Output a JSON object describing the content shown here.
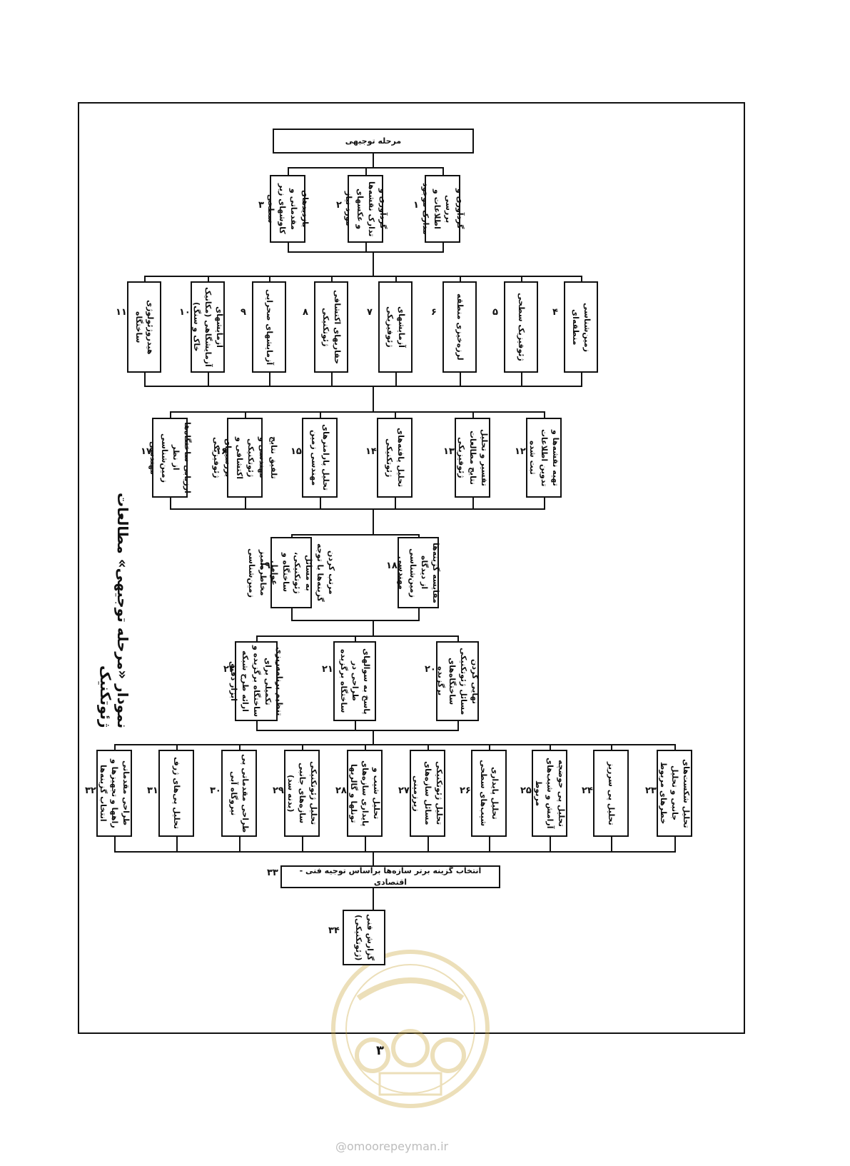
{
  "title": "نمودار «مرحله توجیهی» مطالعات ژئوتکنیک",
  "root": "مرحله توجیهی",
  "row1": [
    {
      "n": "۱",
      "t": "گردآوری و بررسی اطلاعات و مدارک موجود"
    },
    {
      "n": "۲",
      "t": "گردآوری و تدارک نقشه‌ها و عکسهای مورد نیاز"
    },
    {
      "n": "۳",
      "t": "بازدیدهای مقدماتی و کاوشهای زیر سطحی"
    }
  ],
  "row2": [
    {
      "n": "۴",
      "t": "زمین‌شناسی منطقه‌ای"
    },
    {
      "n": "۵",
      "t": "ژئوفیزیک سطحی"
    },
    {
      "n": "۶",
      "t": "لرزه‌خیزی منطقه"
    },
    {
      "n": "۷",
      "t": "آزمایشهای ژئوفیزیکی"
    },
    {
      "n": "۸",
      "t": "حفاریهای اکتشافی ژئوتکنیکی"
    },
    {
      "n": "۹",
      "t": "آزمایشهای صحرایی"
    },
    {
      "n": "۱۰",
      "t": "آزمایشهای آزمایشگاهی (مکانیک خاک و سنگ)"
    },
    {
      "n": "۱۱",
      "t": "هیدروژئولوژی ساختگاه"
    }
  ],
  "row3": [
    {
      "n": "۱۲",
      "t": "تهیه نقشه‌ها و تدوین اطلاعات ثبت شده"
    },
    {
      "n": "۱۳",
      "t": "تفسیر و تحلیل نتایج مطالعات ژئوفیزیکی"
    },
    {
      "n": "۱۴",
      "t": "تحلیل یافته‌های ژئوتکنیکی"
    },
    {
      "n": "۱۵",
      "t": "تحلیل پارامترهای مهندسی زمین"
    },
    {
      "n": "۱۶",
      "t": "تلفیق نتایج مهندسی و ژئوتکنیکی اکتشافی و بررسیهای ژئوفیزیکی"
    },
    {
      "n": "۱۷",
      "t": "ارزیابی ساختگاه‌ها از نظر زمین‌شناسی مهندسی"
    }
  ],
  "row4": [
    {
      "n": "۱۸",
      "t": "مقایسه گزینه‌ها از دیدگاه زمین‌شناسی مهندسی"
    },
    {
      "n": "۱۹",
      "t": "مرتب کردن گزینه‌ها با توجه به مسائل ژئوتکنیکی، ساختگاه و عوامل مخاطره‌آمیز زمین‌شناسی"
    }
  ],
  "row5": [
    {
      "n": "۲۰",
      "t": "نهایی کردن مسائل ژئوتکنیکی ساختگاه‌های برگزیده"
    },
    {
      "n": "۲۱",
      "t": "پاسخ به سوالهای طراحی در ساختگاه برگزیده"
    },
    {
      "n": "۲۲",
      "t": "تنظیم برنامه‌ریزی تکمیلی برای ساختگاه برگزیده و ارائه طرح شبکه ابزار دقیق"
    }
  ],
  "row6": [
    {
      "n": "۲۳",
      "t": "تحلیل شکست‌های جانبی و تحلیل خطرهای مربوط"
    },
    {
      "n": "۲۴",
      "t": "تحلیل پی سرریز"
    },
    {
      "n": "۲۵",
      "t": "تحلیل پی حوضچه آرامش و شیب‌های مربوط"
    },
    {
      "n": "۲۶",
      "t": "تحلیل پایداری شیب‌های سطحی"
    },
    {
      "n": "۲۷",
      "t": "تحلیل ژئوتکنیکی مسائل سازه‌های زیرزمینی"
    },
    {
      "n": "۲۸",
      "t": "تحلیل شیب و پایداری سازه‌های تونلها و گالریها"
    },
    {
      "n": "۲۹",
      "t": "تحلیل ژئوتکنیکی سازه‌های جانبی (بدنه سد)"
    },
    {
      "n": "۳۰",
      "t": "طراحی مقدماتی پی نیروگاه آبی"
    },
    {
      "n": "۳۱",
      "t": "تحلیل پی‌های ژرف"
    },
    {
      "n": "۳۲",
      "t": "طراحی مقدماتی راهها و تجهیزها و انتخاب گزینه‌ها"
    }
  ],
  "selection": {
    "n": "۳۳",
    "t": "انتخاب گزینه برتر سازه‌ها براساس توجیه فنی - اقتصادی"
  },
  "report": {
    "n": "۳۴",
    "t": "گزارش فنی (ژئوتکنیکی)"
  },
  "page_number": "۳",
  "website": "@omoorepeyman.ir"
}
